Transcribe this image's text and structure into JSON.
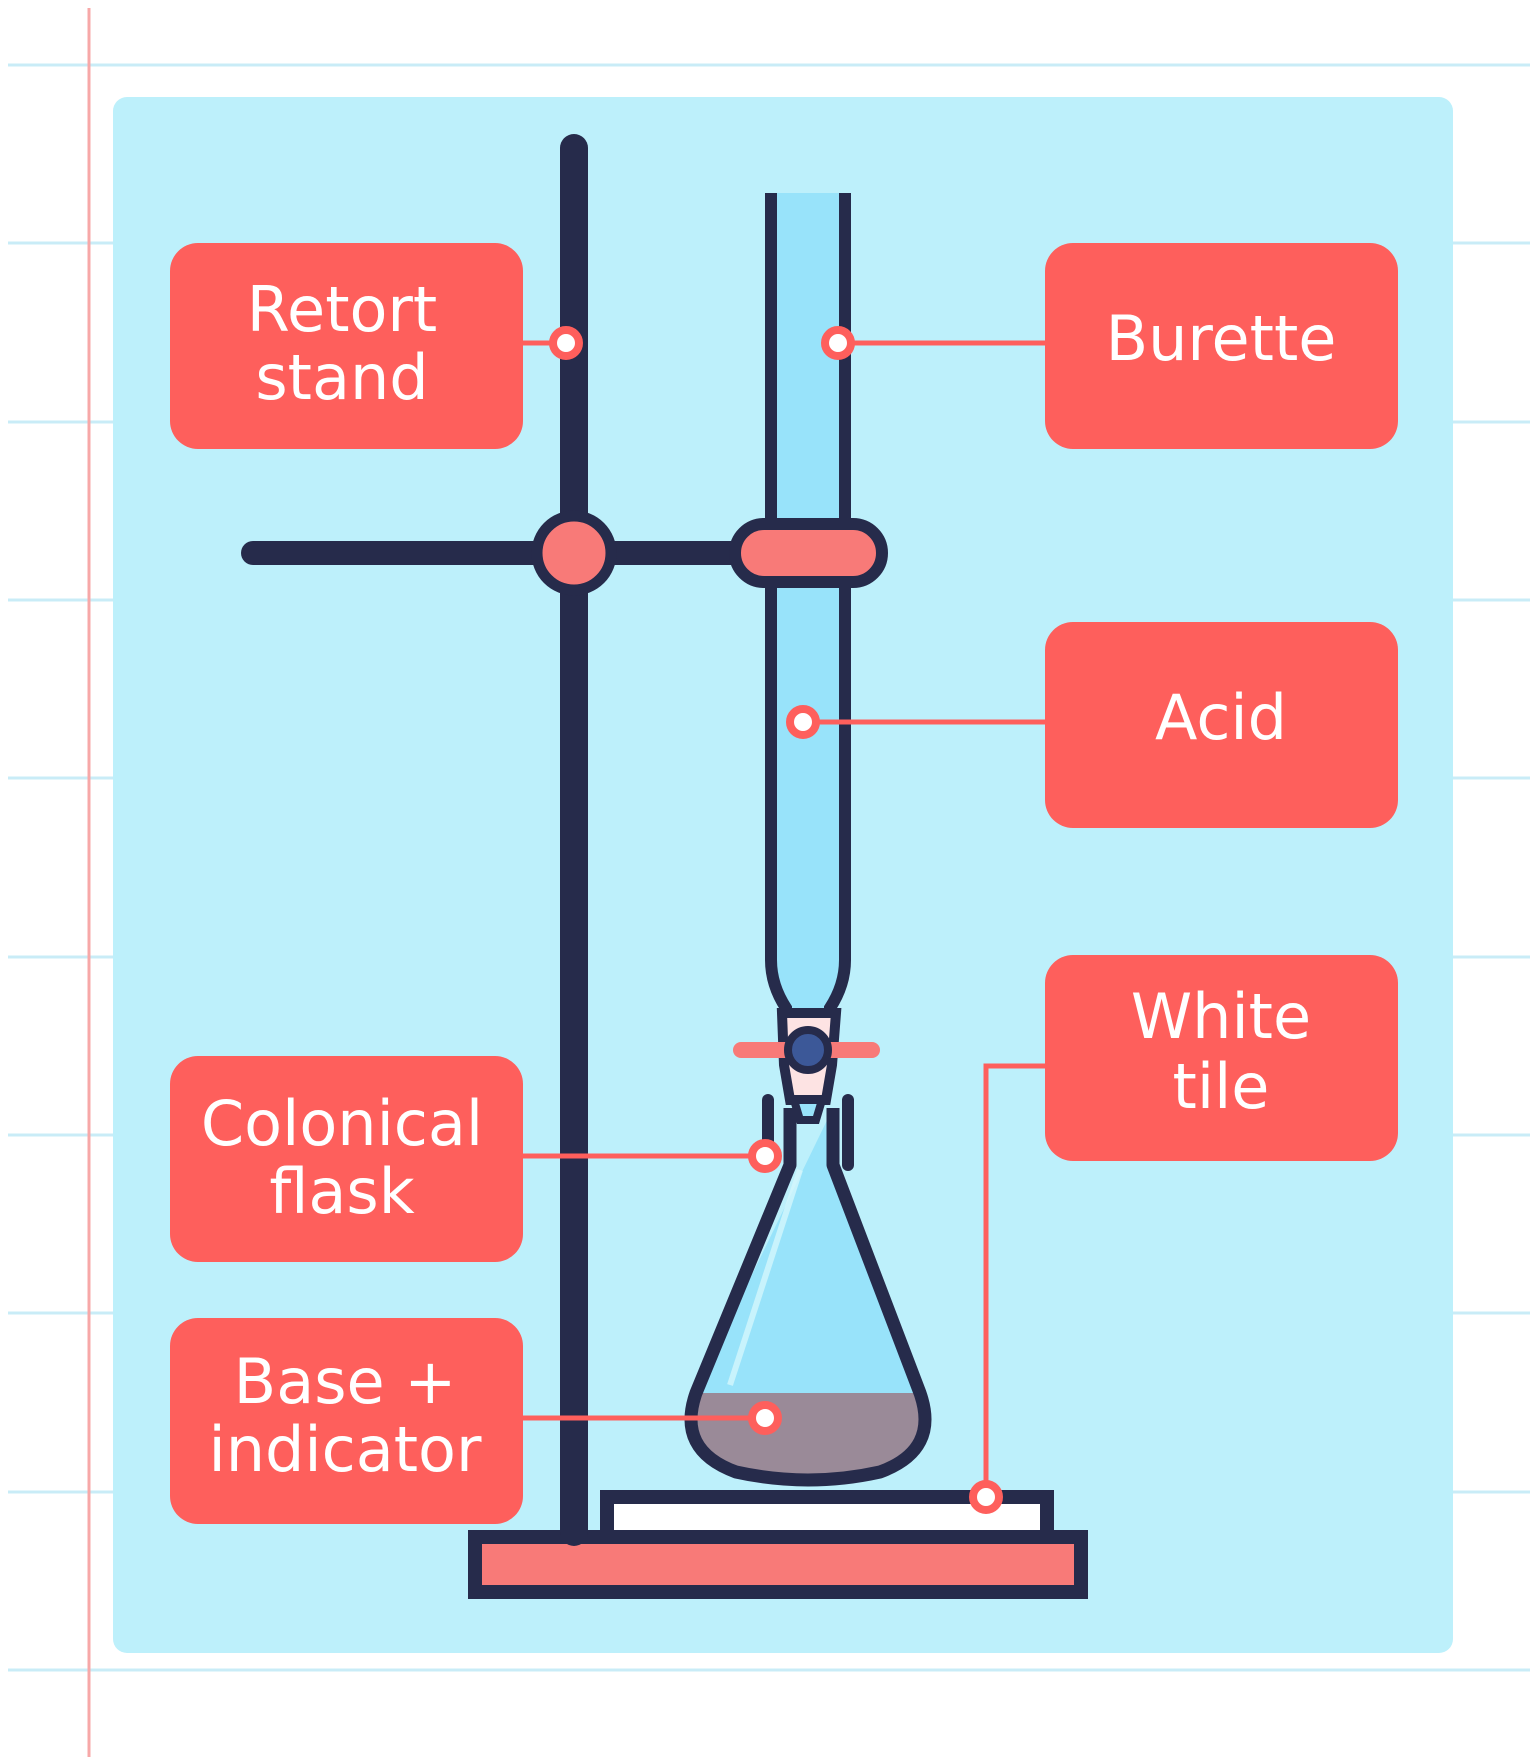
{
  "diagram": {
    "labels": {
      "retort_stand": [
        "Retort",
        "stand"
      ],
      "burette": [
        "Burette"
      ],
      "acid": [
        "Acid"
      ],
      "white_tile": [
        "White",
        "tile"
      ],
      "conical_flask": [
        "Colonical",
        "flask"
      ],
      "base_indicator": [
        "Base +",
        "indicator"
      ]
    },
    "colors": {
      "background_page": "#ffffff",
      "notebook_lines": "#c9ecf7",
      "notebook_margin": "#f7a8a8",
      "panel": "#bdf0fb",
      "label_box": "#fe5f5c",
      "label_text": "#ffffff",
      "outline": "#262b4b",
      "burette_glass": "#98e3fa",
      "clamp": "#f87a78",
      "base_liquid": "#9a8a98",
      "tile": "#ffffff",
      "stand_base": "#f87a78"
    }
  }
}
